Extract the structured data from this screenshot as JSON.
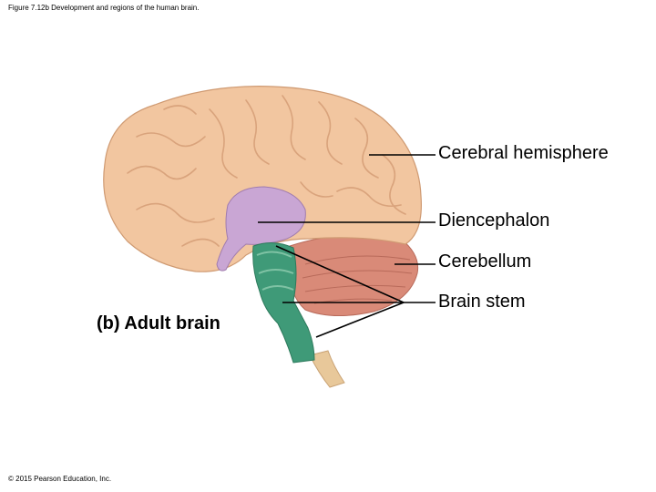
{
  "figure": {
    "caption": "Figure 7.12b Development and regions of the human brain.",
    "subtitle": "(b) Adult brain",
    "copyright": "© 2015 Pearson Education, Inc."
  },
  "labels": {
    "cerebral_hemisphere": "Cerebral hemisphere",
    "diencephalon": "Diencephalon",
    "cerebellum": "Cerebellum",
    "brain_stem": "Brain stem"
  },
  "colors": {
    "cerebrum": "#f2c6a0",
    "cerebrum_fold": "#d9a37c",
    "diencephalon": "#c9a6d4",
    "cerebellum": "#d98a78",
    "brain_stem": "#3f9a78",
    "spinal_cord": "#e8c89a"
  }
}
